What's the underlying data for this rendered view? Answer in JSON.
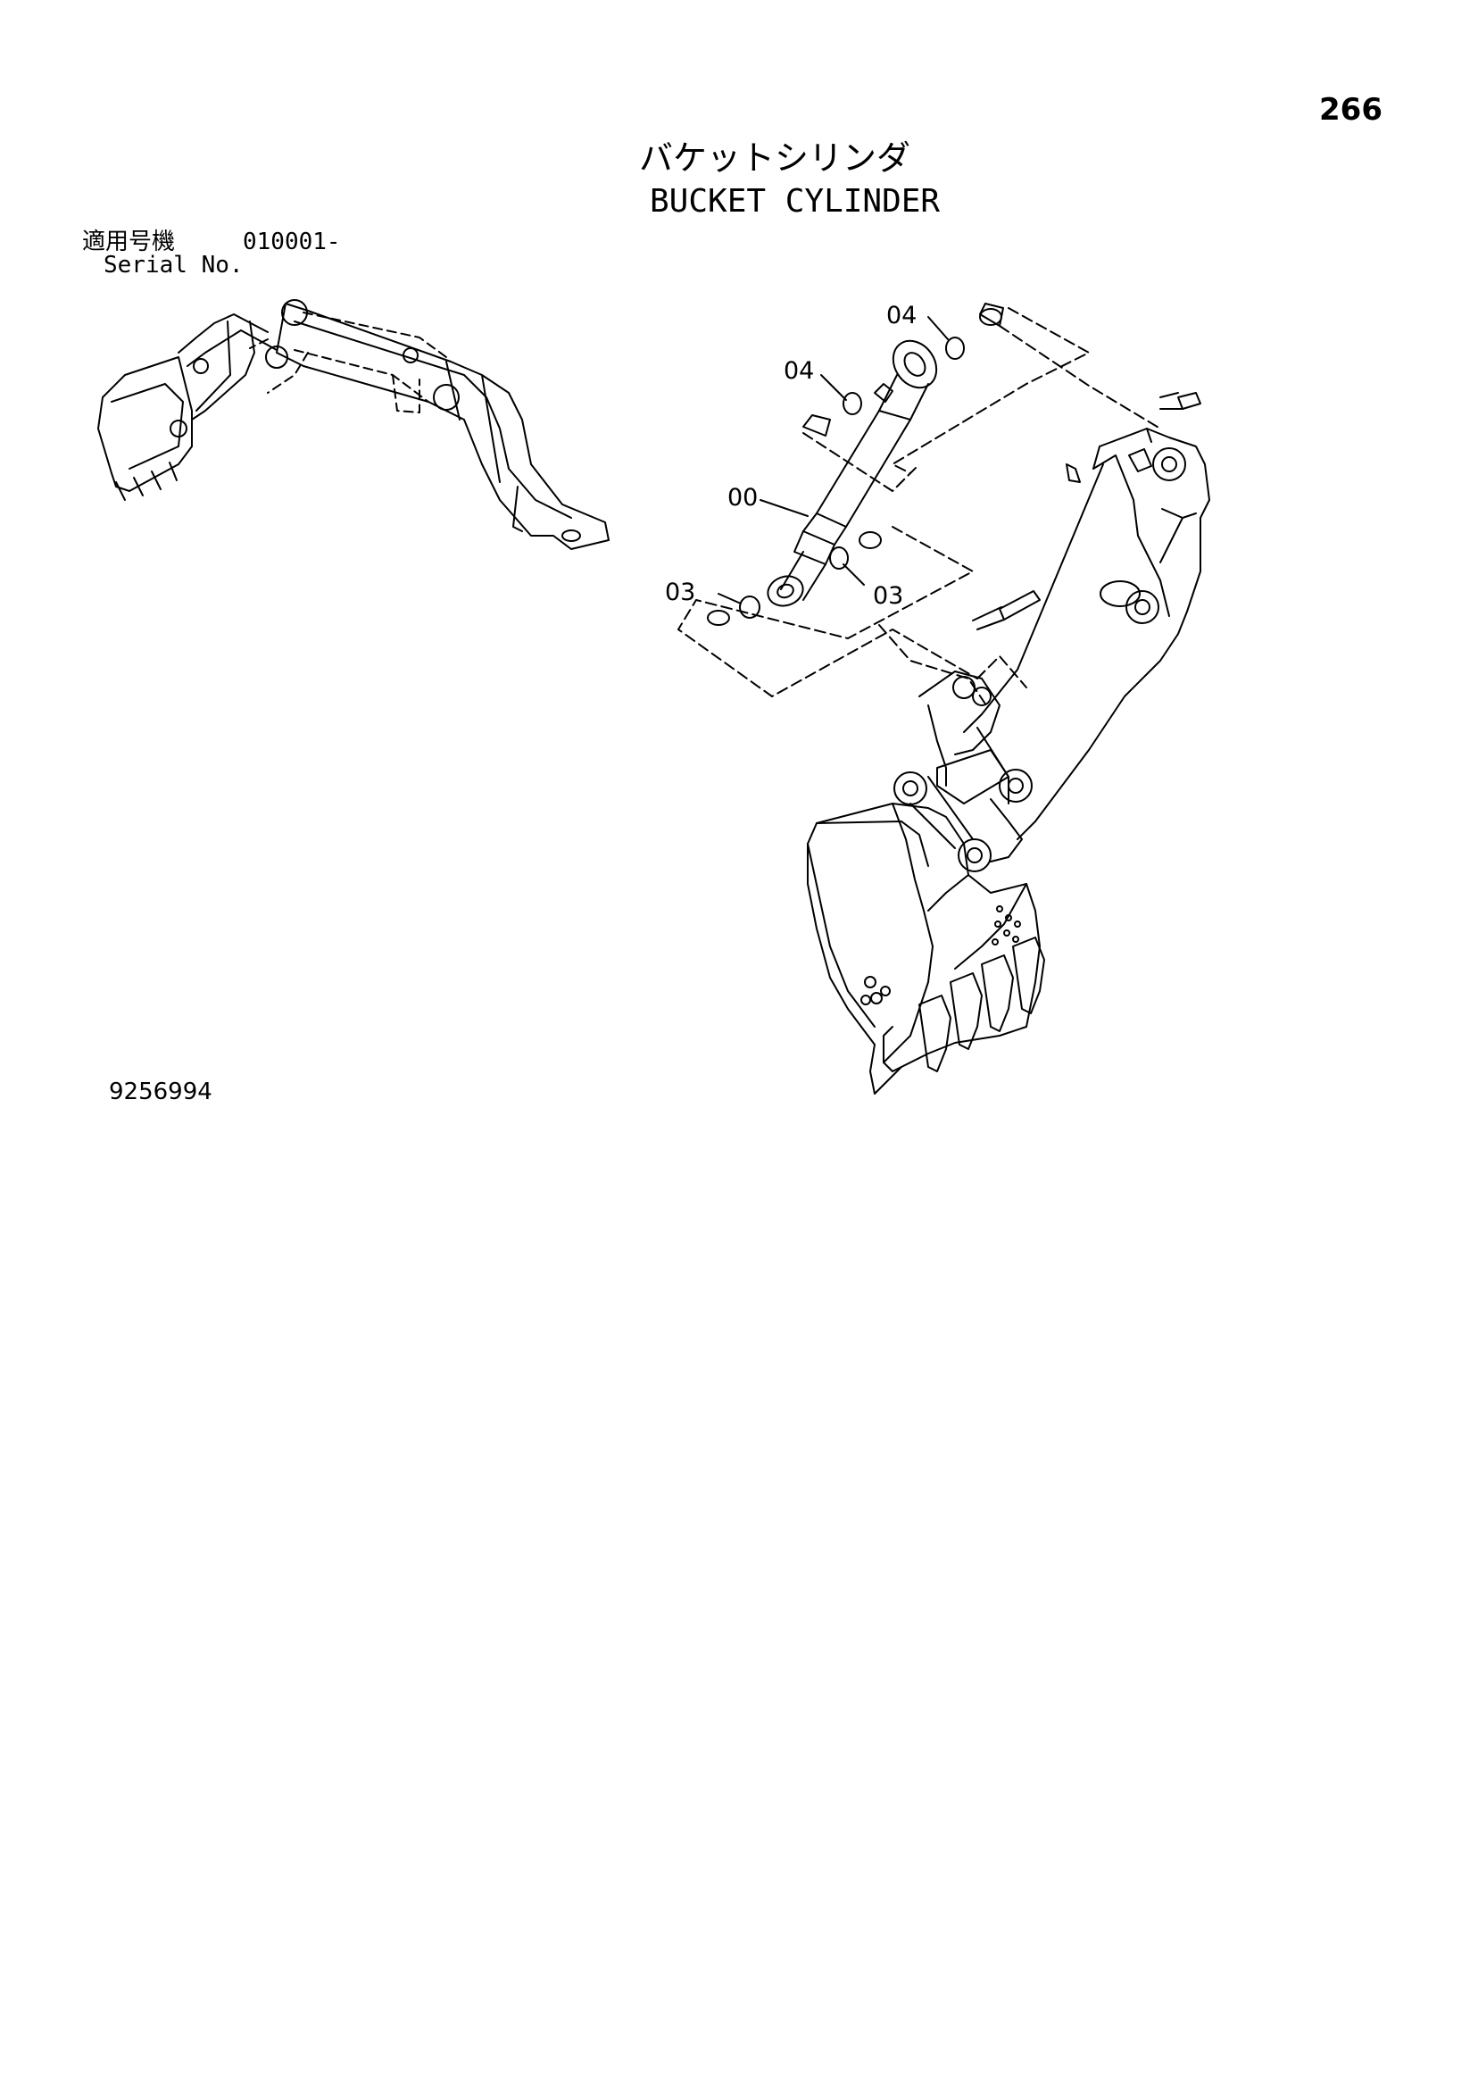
{
  "page": {
    "number": "266",
    "title_jp": "バケットシリンダ",
    "title_en": "BUCKET CYLINDER",
    "serial_label_jp": "適用号機",
    "serial_value": "010001-",
    "serial_label_en": "Serial No.",
    "drawing_number": "9256994"
  },
  "callouts": [
    {
      "id": "callout-00",
      "text": "00"
    },
    {
      "id": "callout-03-left",
      "text": "03"
    },
    {
      "id": "callout-03-right",
      "text": "03"
    },
    {
      "id": "callout-04-top",
      "text": "04"
    },
    {
      "id": "callout-04-left",
      "text": "04"
    }
  ]
}
